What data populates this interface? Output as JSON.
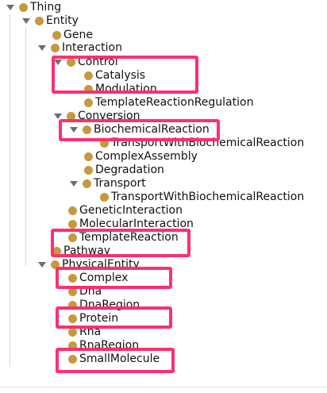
{
  "colors": {
    "class_dot": "#c59a3e",
    "highlight": "#ff2f6d",
    "arrow": "#6e6e6e"
  },
  "icons": {
    "expand": "triangle-down-icon",
    "node": "class-dot-icon"
  },
  "tree": {
    "items": [
      {
        "label": "Thing"
      },
      {
        "label": "Entity"
      },
      {
        "label": "Gene"
      },
      {
        "label": "Interaction"
      },
      {
        "label": "Control"
      },
      {
        "label": "Catalysis"
      },
      {
        "label": "Modulation"
      },
      {
        "label": "TemplateReactionRegulation"
      },
      {
        "label": "Conversion"
      },
      {
        "label": "BiochemicalReaction"
      },
      {
        "label": "TransportWithBiochemicalReaction"
      },
      {
        "label": "ComplexAssembly"
      },
      {
        "label": "Degradation"
      },
      {
        "label": "Transport"
      },
      {
        "label": "TransportWithBiochemicalReaction"
      },
      {
        "label": "GeneticInteraction"
      },
      {
        "label": "MolecularInteraction"
      },
      {
        "label": "TemplateReaction"
      },
      {
        "label": "Pathway"
      },
      {
        "label": "PhysicalEntity"
      },
      {
        "label": "Complex"
      },
      {
        "label": "Dna"
      },
      {
        "label": "DnaRegion"
      },
      {
        "label": "Protein"
      },
      {
        "label": "Rna"
      },
      {
        "label": "RnaRegion"
      },
      {
        "label": "SmallMolecule"
      }
    ]
  }
}
